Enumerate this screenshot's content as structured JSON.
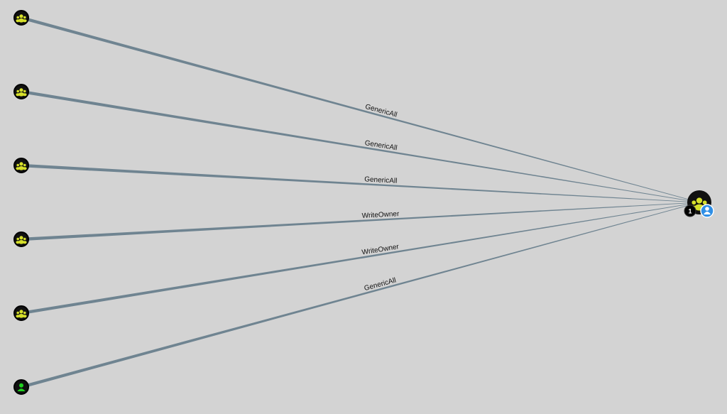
{
  "graph": {
    "background": "#d3d3d3",
    "edge_color": "#6f8491",
    "nodes": [
      {
        "id": "n1",
        "kind": "group",
        "icon": "group-icon",
        "fill": "#d6e02a",
        "ring": "#111111"
      },
      {
        "id": "n2",
        "kind": "group",
        "icon": "group-icon",
        "fill": "#d6e02a",
        "ring": "#111111"
      },
      {
        "id": "n3",
        "kind": "group",
        "icon": "group-icon",
        "fill": "#d6e02a",
        "ring": "#111111"
      },
      {
        "id": "n4",
        "kind": "group",
        "icon": "group-icon",
        "fill": "#d6e02a",
        "ring": "#111111"
      },
      {
        "id": "n5",
        "kind": "group",
        "icon": "group-icon",
        "fill": "#d6e02a",
        "ring": "#111111"
      },
      {
        "id": "n6",
        "kind": "user",
        "icon": "user-icon",
        "fill": "#1fd11f",
        "ring": "#111111"
      }
    ],
    "target": {
      "id": "target",
      "kind": "group",
      "icon": "group-icon",
      "fill": "#d6e02a",
      "ring": "#111111",
      "badge_count": "1",
      "badge_color": "#000000",
      "badge_user_color": "#2f8fe6"
    },
    "edges": [
      {
        "from": "n1",
        "label": "GenericAll"
      },
      {
        "from": "n2",
        "label": "GenericAll"
      },
      {
        "from": "n3",
        "label": "GenericAll"
      },
      {
        "from": "n4",
        "label": "WriteOwner"
      },
      {
        "from": "n5",
        "label": "WriteOwner"
      },
      {
        "from": "n6",
        "label": "GenericAll"
      }
    ]
  }
}
